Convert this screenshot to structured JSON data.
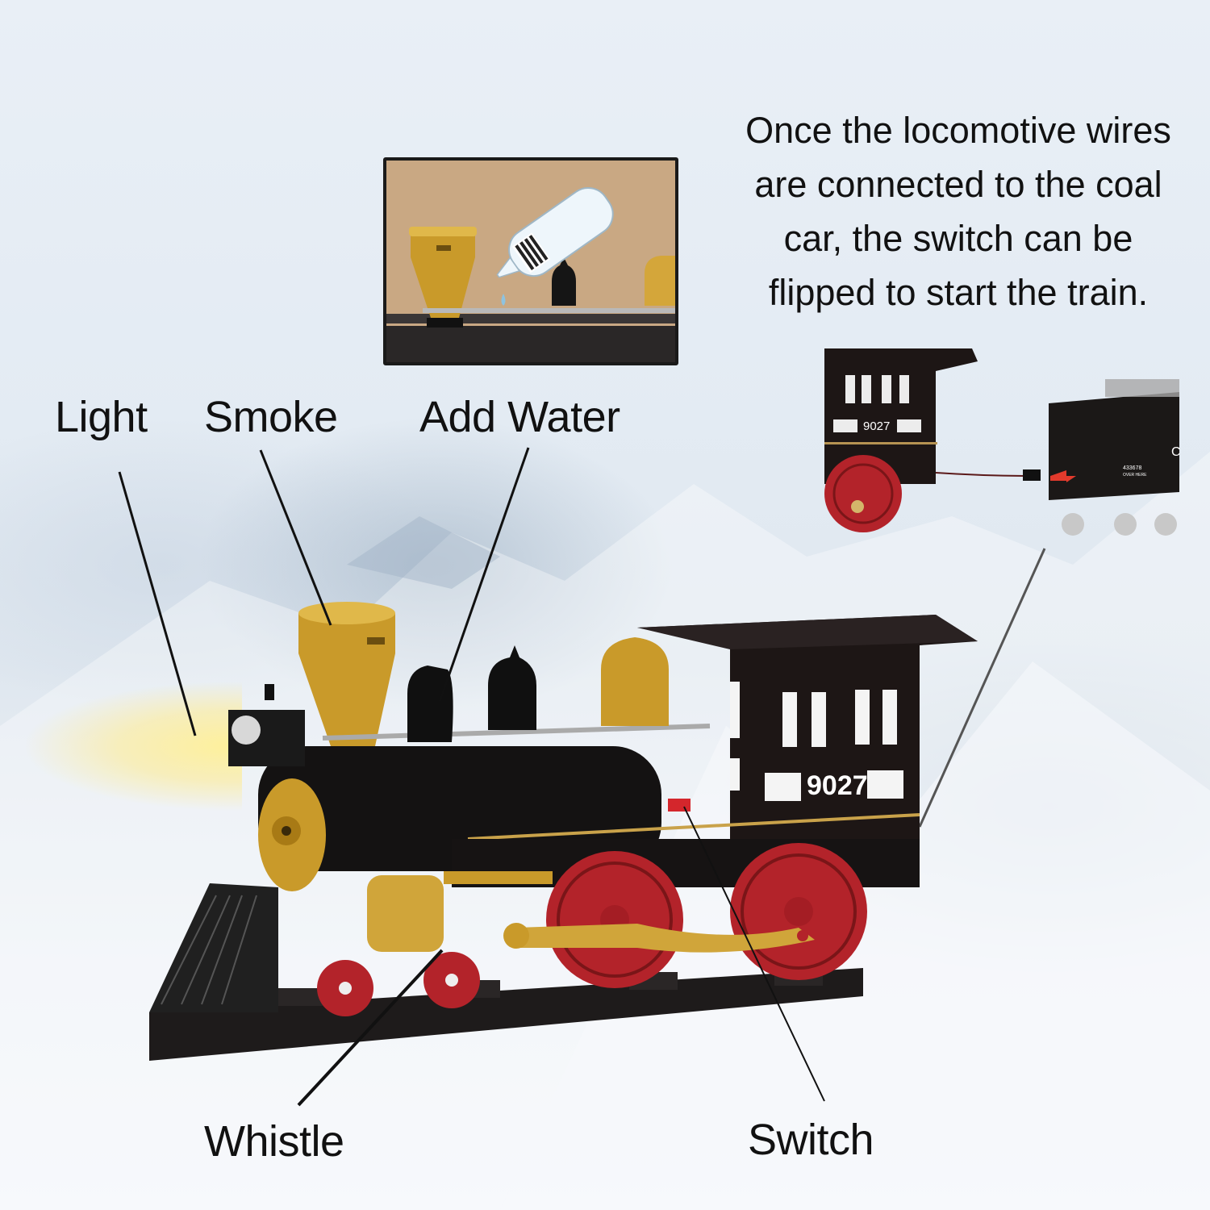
{
  "callouts": {
    "light": "Light",
    "smoke": "Smoke",
    "add_water": "Add Water",
    "whistle": "Whistle",
    "switch": "Switch"
  },
  "note": {
    "lines": [
      "Once the locomotive wires",
      "are connected to the coal",
      "car, the switch can be",
      "flipped to start the train."
    ]
  },
  "locomotive": {
    "cab_number": "9027"
  },
  "detail_inset": {
    "cab_number": "9027",
    "tender_number": "433678",
    "tender_text": "OVER HERE",
    "tender_letter": "C"
  },
  "colors": {
    "body": "#1c1615",
    "gold": "#c9961f",
    "wheel_red": "#b3232a",
    "inset_bg": "#c9a883",
    "text": "#111111"
  }
}
